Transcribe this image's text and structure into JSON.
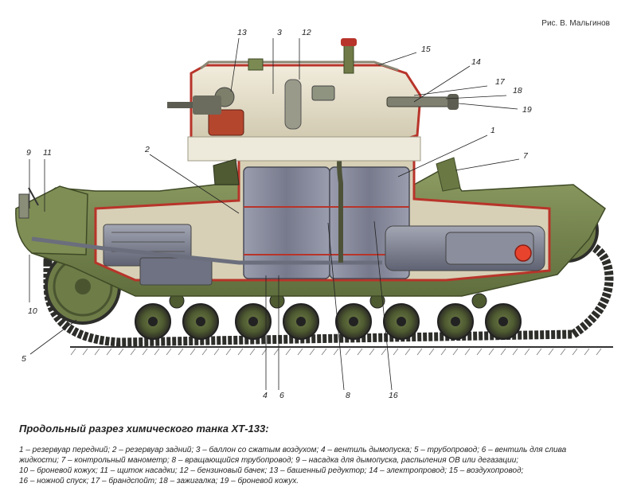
{
  "credit": "Рис. В. Мальгинов",
  "callouts": [
    "13",
    "3",
    "12",
    "15",
    "14",
    "17",
    "18",
    "19",
    "1",
    "7",
    "9",
    "11",
    "2",
    "10",
    "5",
    "4",
    "6",
    "8",
    "16"
  ],
  "caption": {
    "title": "Продольный разрез химического танка ХТ-133:",
    "lines": [
      "1 – резервуар передний; 2 – резервуар задний; 3 – баллон со сжатым воздухом; 4 – вентиль дымопуска; 5 – трубопровод; 6 – вентиль для слива",
      "жидкости; 7 – контрольный манометр; 8 – вращающийся трубопровод; 9 – насадка для дымопуска, распыления ОВ или дегазации;",
      "10 – броневой кожух; 11 – щиток насадки; 12 – бензиновый бачек; 13 – башенный редуктор; 14 – электропровод; 15 – воздухопровод;",
      "16 – ножной спуск; 17 – брандспойт; 18 – зажигалка; 19 – броневой кожух."
    ]
  },
  "colors": {
    "hull": "#7a8a52",
    "hull_dark": "#5b6a3a",
    "interior": "#e8e2cf",
    "tank_grey": "#8c8fa0",
    "section_red": "#b8342a",
    "track": "#2d2d2a",
    "nozzle_red": "#e8432d"
  }
}
